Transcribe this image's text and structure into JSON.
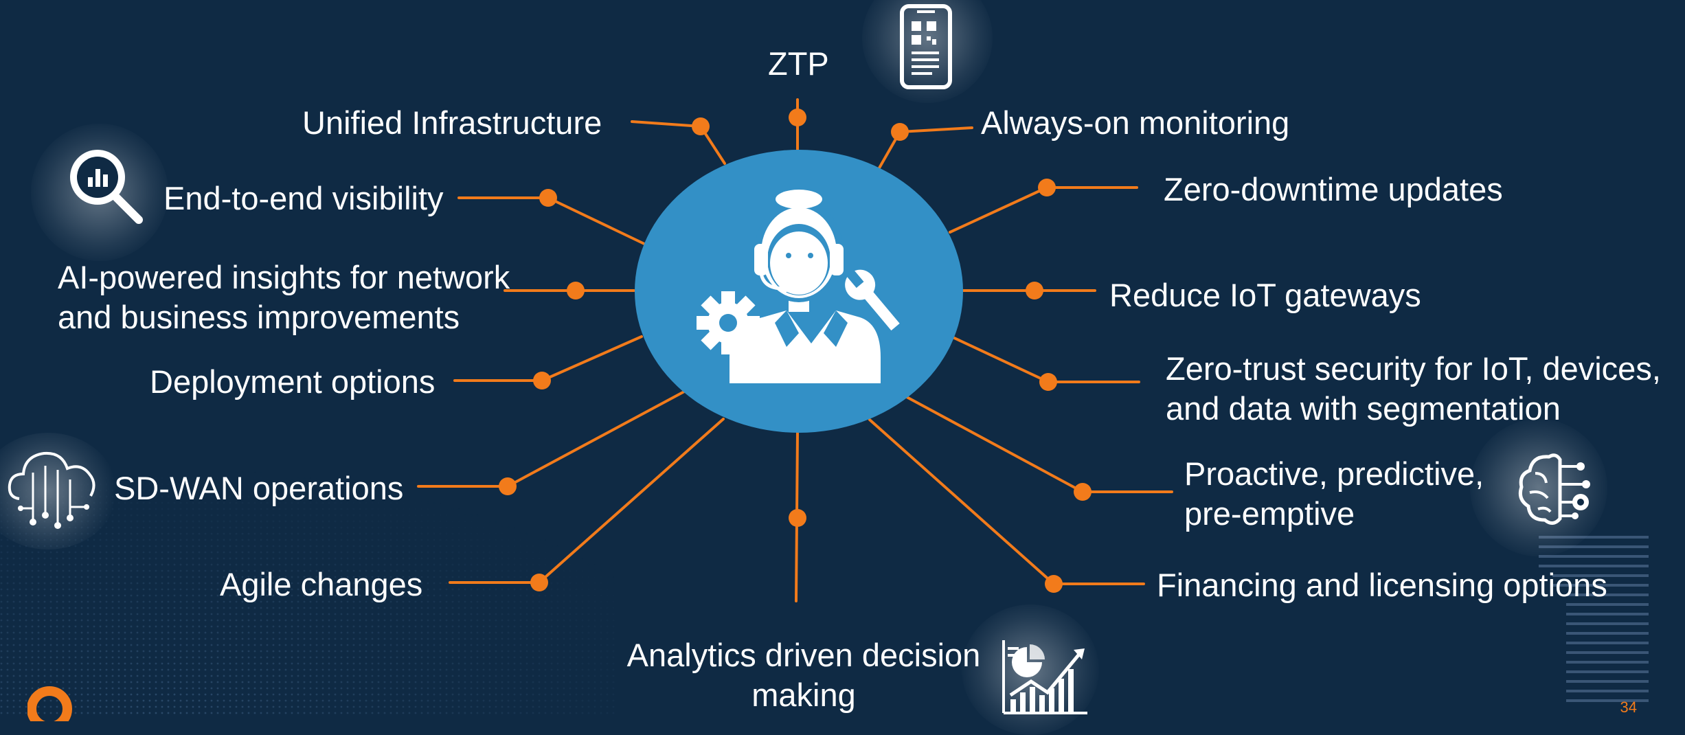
{
  "colors": {
    "background": "#0f2a44",
    "accent": "#f27b1b",
    "hub": "#3390c6",
    "text": "#ffffff"
  },
  "hub": {
    "icon": "support-agent-icon"
  },
  "features": {
    "ztp": "ZTP",
    "unified_infrastructure": "Unified Infrastructure",
    "always_on_monitoring": "Always-on monitoring",
    "end_to_end_visibility": "End-to-end visibility",
    "zero_downtime_updates": "Zero-downtime updates",
    "ai_insights_line1": "AI-powered insights for network",
    "ai_insights_line2": "and business improvements",
    "reduce_iot_gateways": "Reduce IoT gateways",
    "deployment_options": "Deployment options",
    "zero_trust_line1": "Zero-trust security for IoT, devices,",
    "zero_trust_line2": "and data with segmentation",
    "sdwan_operations": "SD-WAN operations",
    "proactive_line1": "Proactive, predictive,",
    "proactive_line2": "pre-emptive",
    "agile_changes": "Agile changes",
    "financing": "Financing and licensing options",
    "analytics_line1": "Analytics driven decision",
    "analytics_line2": "making"
  },
  "icons": [
    "mobile-qr-icon",
    "search-analytics-icon",
    "cloud-circuit-icon",
    "ai-brain-icon",
    "growth-chart-icon"
  ],
  "page_number": "34"
}
